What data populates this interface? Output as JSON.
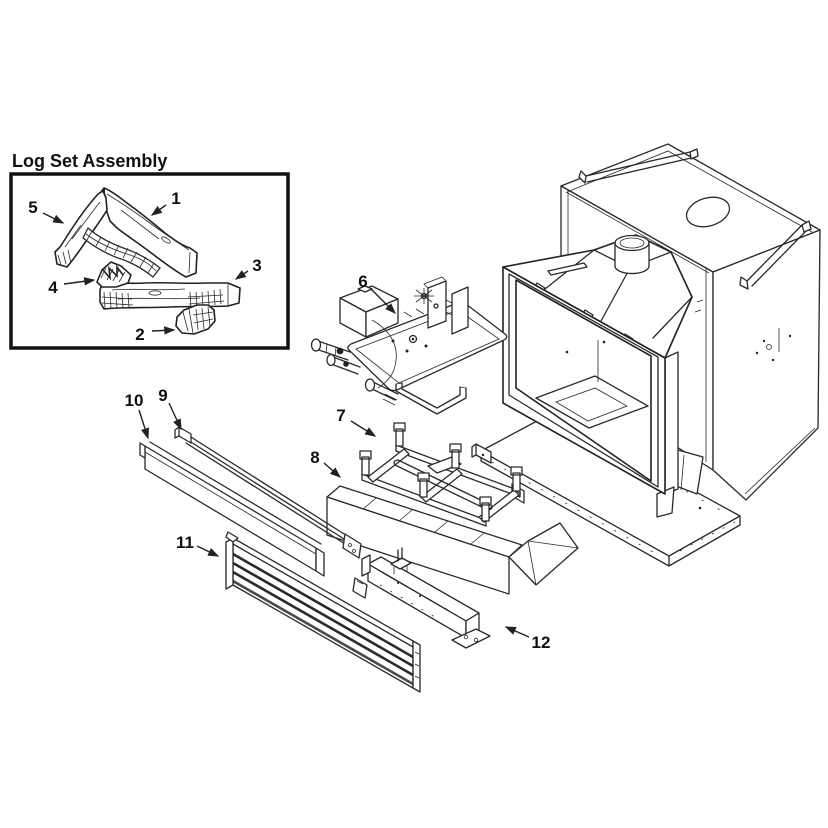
{
  "diagram": {
    "title": "Log Set Assembly",
    "figure": "exploded-parts-diagram",
    "colors": {
      "ink": "#222222",
      "background": "#ffffff"
    },
    "labels": [
      {
        "text": "1"
      },
      {
        "text": "2"
      },
      {
        "text": "3"
      },
      {
        "text": "4"
      },
      {
        "text": "5"
      },
      {
        "text": "6"
      },
      {
        "text": "7"
      },
      {
        "text": "8"
      },
      {
        "text": "9"
      },
      {
        "text": "10"
      },
      {
        "text": "11"
      },
      {
        "text": "12"
      }
    ]
  }
}
